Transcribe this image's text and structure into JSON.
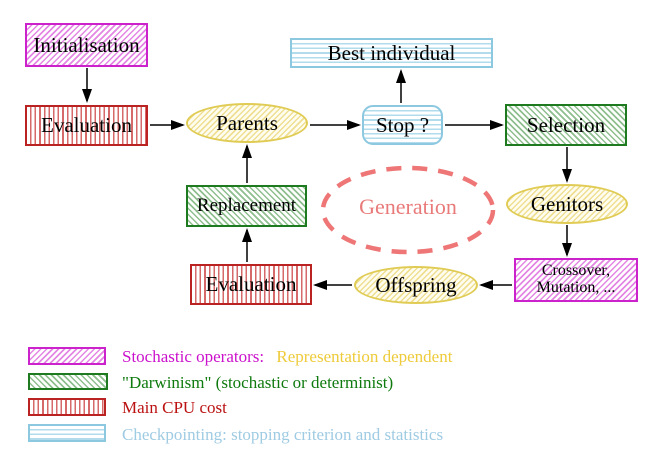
{
  "diagram": {
    "nodes": {
      "initialisation": {
        "label": "Initialisation",
        "style": "magenta-diagonal-hatch"
      },
      "evaluation_top": {
        "label": "Evaluation",
        "style": "red-vertical-lines"
      },
      "best_individual": {
        "label": "Best individual",
        "style": "cyan-horizontal-lines"
      },
      "parents": {
        "label": "Parents",
        "style": "yellow-diagonal-hatch-ellipse"
      },
      "stop": {
        "label": "Stop ?",
        "style": "cyan-horizontal-lines-rounded"
      },
      "selection": {
        "label": "Selection",
        "style": "green-diagonal-hatch"
      },
      "replacement": {
        "label": "Replacement",
        "style": "green-diagonal-hatch"
      },
      "generation": {
        "label": "Generation",
        "style": "salmon-dashed-ellipse"
      },
      "genitors": {
        "label": "Genitors",
        "style": "yellow-diagonal-hatch-ellipse"
      },
      "crossover_mutation": {
        "line1": "Crossover,",
        "line2": "Mutation, ...",
        "style": "magenta-diagonal-hatch"
      },
      "offspring": {
        "label": "Offspring",
        "style": "yellow-diagonal-hatch-ellipse"
      },
      "evaluation_bottom": {
        "label": "Evaluation",
        "style": "red-vertical-lines"
      }
    },
    "edges": [
      {
        "from": "initialisation",
        "to": "evaluation_top"
      },
      {
        "from": "evaluation_top",
        "to": "parents"
      },
      {
        "from": "parents",
        "to": "stop"
      },
      {
        "from": "stop",
        "to": "best_individual"
      },
      {
        "from": "stop",
        "to": "selection"
      },
      {
        "from": "selection",
        "to": "genitors"
      },
      {
        "from": "genitors",
        "to": "crossover_mutation"
      },
      {
        "from": "crossover_mutation",
        "to": "offspring"
      },
      {
        "from": "offspring",
        "to": "evaluation_bottom"
      },
      {
        "from": "evaluation_bottom",
        "to": "replacement"
      },
      {
        "from": "replacement",
        "to": "parents"
      }
    ],
    "colors": {
      "magenta": "#cc22cc",
      "green": "#1e7a1e",
      "red": "#bb2222",
      "cyan": "#8cc8e0",
      "yellow": "#e0cc55",
      "salmon": "#e97a7a",
      "arrow": "#000000"
    }
  },
  "legend": {
    "items": [
      {
        "swatch": "magenta-diagonal-hatch",
        "text": "Stochastic operators:",
        "text2": "Representation dependent",
        "text_color": "#cc11cc",
        "text2_color": "#eecb3a"
      },
      {
        "swatch": "green-diagonal-hatch",
        "text": "\"Darwinism\" (stochastic or determinist)",
        "text_color": "#0e7a0e"
      },
      {
        "swatch": "red-vertical-lines",
        "text": "Main CPU cost",
        "text_color": "#bb1111"
      },
      {
        "swatch": "cyan-horizontal-lines",
        "text": "Checkpointing: stopping criterion and statistics",
        "text_color": "#9fcbe3"
      }
    ]
  }
}
